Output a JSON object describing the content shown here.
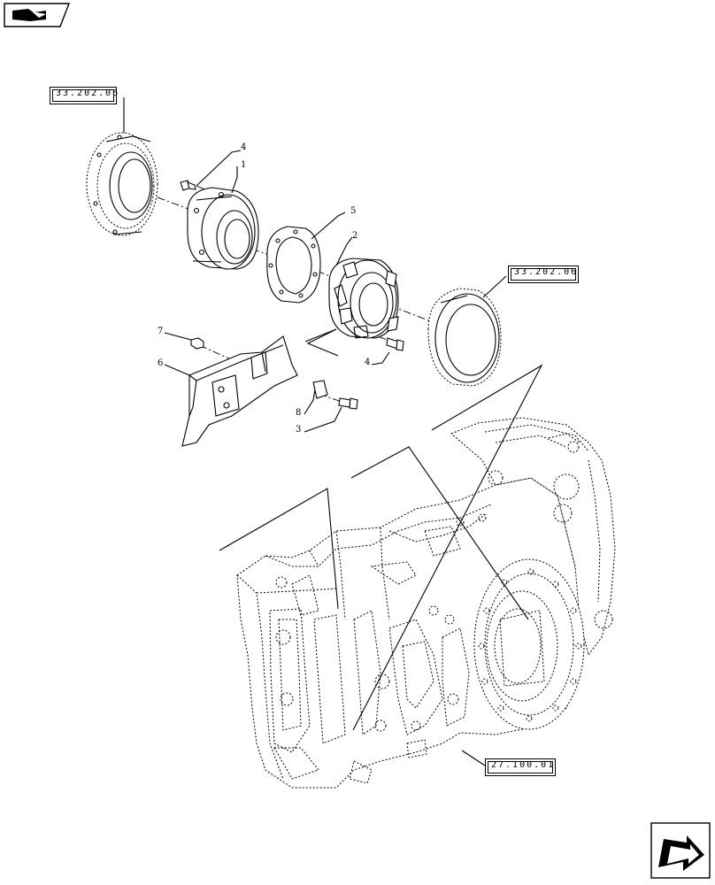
{
  "navigation": {
    "top_icon": "book-arrow-icon",
    "bottom_icon": "next-page-arrow-icon"
  },
  "references": {
    "upper_left": "33.202.06",
    "right": "33.202.06",
    "housing": "27.100.01"
  },
  "callouts": {
    "c1": "1",
    "c2": "2",
    "c3": "3",
    "c4a": "4",
    "c4b": "4",
    "c5": "5",
    "c6": "6",
    "c7": "7",
    "c8": "8"
  }
}
